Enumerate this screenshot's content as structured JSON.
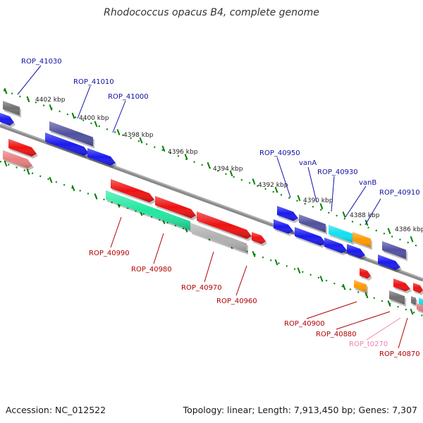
{
  "title": "Rhodococcus opacus B4, complete genome",
  "footer": {
    "accession": "Accession: NC_012522",
    "stats": "Topology: linear; Length: 7,913,450 bp; Genes: 7,307"
  },
  "scale_labels": [
    "4402 kbp",
    "4400 kbp",
    "4398 kbp",
    "4396 kbp",
    "4394 kbp",
    "4392 kbp",
    "4390 kbp",
    "4388 kbp",
    "4386 kbp"
  ],
  "gene_labels": {
    "top": [
      "ROP_41030",
      "ROP_41010",
      "ROP_41000",
      "ROP_40950",
      "vanA",
      "ROP_40930",
      "vanB",
      "ROP_40910"
    ],
    "bottom": [
      "ROP_40990",
      "ROP_40980",
      "ROP_40970",
      "ROP_40960",
      "ROP_40900",
      "ROP_40880",
      "ROP_t0270",
      "ROP_40870"
    ]
  },
  "colors": {
    "backbone": "#808080",
    "ticks": "#008000",
    "red": "#ee1111",
    "blue": "#1a1aee",
    "slate": "#5050a0",
    "gray": "#707070",
    "lightgray": "#b0b0b0",
    "pink": "#e88080",
    "mint": "#20e8a0",
    "cyan": "#10e0f0",
    "orange": "#ff9900",
    "label_top": "#1010a0",
    "label_bottom": "#b00000",
    "label_pink": "#f080b0"
  }
}
